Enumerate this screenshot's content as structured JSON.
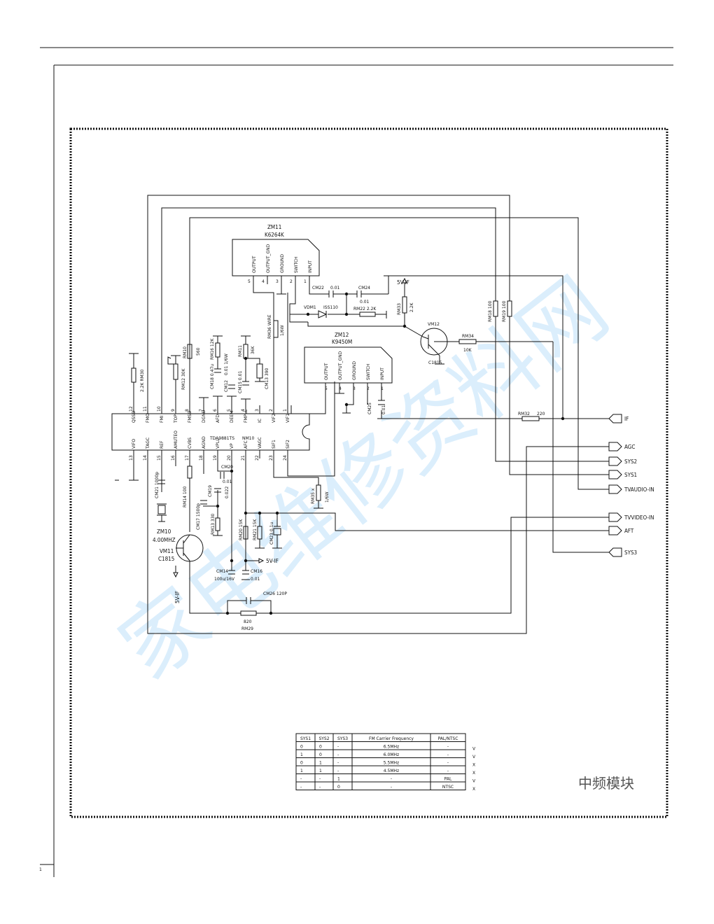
{
  "ic_main": {
    "name": "TDA9881TS",
    "pins_top": [
      {
        "num": "12",
        "name": "QSSO"
      },
      {
        "num": "11",
        "name": "FMO"
      },
      {
        "num": "10",
        "name": "FMI"
      },
      {
        "num": "9",
        "name": "TOP"
      },
      {
        "num": "8",
        "name": "FMSO"
      },
      {
        "num": "7",
        "name": "DGND"
      },
      {
        "num": "6",
        "name": "AFD"
      },
      {
        "num": "5",
        "name": "DEEM"
      },
      {
        "num": "4",
        "name": "FMPLL"
      },
      {
        "num": "3",
        "name": "IC"
      },
      {
        "num": "2",
        "name": "VIF2"
      },
      {
        "num": "1",
        "name": "VIF1"
      }
    ],
    "pins_bottom": [
      {
        "num": "13",
        "name": "VIFO"
      },
      {
        "num": "14",
        "name": "TAGC"
      },
      {
        "num": "15",
        "name": "REF"
      },
      {
        "num": "16",
        "name": "AMUTEO"
      },
      {
        "num": "17",
        "name": "CVBS"
      },
      {
        "num": "18",
        "name": "AGND"
      },
      {
        "num": "19",
        "name": "VPLL"
      },
      {
        "num": "20",
        "name": "VP"
      },
      {
        "num": "21",
        "name": "AFC"
      },
      {
        "num": "22",
        "name": "VAGC"
      },
      {
        "num": "23",
        "name": "SIF1"
      },
      {
        "num": "24",
        "name": "SIF2"
      }
    ],
    "nm10": "NM10"
  },
  "ic_zm11": {
    "ref": "ZM11",
    "part": "K6264K",
    "pins": [
      {
        "num": "5",
        "name": "OUTPUT"
      },
      {
        "num": "4",
        "name": "OUTPUT_GND"
      },
      {
        "num": "3",
        "name": "GROUND"
      },
      {
        "num": "2",
        "name": "SWITCH"
      },
      {
        "num": "1",
        "name": "INPUT"
      }
    ]
  },
  "ic_zm12": {
    "ref": "ZM12",
    "part": "K9450M",
    "pins": [
      {
        "num": "5",
        "name": "OUTPUT"
      },
      {
        "num": "4",
        "name": "OUTPUT_GND"
      },
      {
        "num": "3",
        "name": "GROUND"
      },
      {
        "num": "2",
        "name": "SWITCH"
      },
      {
        "num": "1",
        "name": "INPUT"
      }
    ]
  },
  "components": {
    "cm22": "CM22",
    "cm22_val": "0.01",
    "cm24": "CM24",
    "cm24_val": "0.01",
    "vdm1": "VDM1",
    "vdm1_val": "ISS110",
    "rm22": "RM22 2.2K",
    "rm33": "RM33",
    "rm33_val": "2.2K",
    "vcc_5vif": "5V-IF",
    "rm36": "RM36 WIRE",
    "rm36_val": "1/6W",
    "vm12": "VM12",
    "vm12_val": "C1815",
    "rm34": "RM34",
    "rm34_val": "10K",
    "rm18": "RM18 100",
    "rm19": "RM19 100",
    "rm30": "2.2K RM30",
    "rm12": "RM12 30K",
    "rm10": "RM10",
    "rm10_val": "560",
    "cm18": "CM18 0.47u",
    "rm16": "RM16 12K",
    "cm12": "CM12",
    "cm12_val": "0.01 1/6W",
    "rm11": "RM11",
    "rm11_val": "36K",
    "cm15": "CM15 0.01",
    "cm13": "CM13 390",
    "cm25": "CM25",
    "cm25_val": "0.01",
    "rm32": "RM32",
    "rm32_val": "220",
    "cm21": "CM21 1000p",
    "rm14": "RM14 100",
    "cm20": "CM20",
    "cm20_val": "0.01",
    "cm19": "CM19",
    "cm19_val": "0.022",
    "rm35": "RM35 x",
    "rm35_val": "1/6W",
    "cm17": "CM17 1500p",
    "rm13": "RM13 330",
    "zm10": "ZM10",
    "zm10_val": "4.00MHZ",
    "vm11": "VM11",
    "vm11_val": "C1815",
    "rm20": "RM20 15K",
    "rm21": "RM21 15K",
    "cm23": "CM23 0.1u",
    "vcc_5vif_b": "5V-IF",
    "vcc_5vif_c": "5V-IF",
    "cm14": "CM14",
    "cm14_val": "100u/16V",
    "cm16": "CM16",
    "cm16_val": "0.01",
    "cm26": "CM26 120P",
    "rm29_val": "820",
    "rm29": "RM29"
  },
  "ports": [
    "IF",
    "AGC",
    "SYS2",
    "SYS1",
    "TVAUDIO-IN",
    "TVVIDEO-IN",
    "AFT",
    "SYS3"
  ],
  "truth_table": {
    "headers": [
      "SYS1",
      "SYS2",
      "SYS3",
      "FM Carrier Frequency",
      "PAL/NTSC"
    ],
    "rows": [
      [
        "0",
        "0",
        "-",
        "6.5MHz",
        "-",
        "V"
      ],
      [
        "1",
        "0",
        "-",
        "6.0MHz",
        "-",
        "V"
      ],
      [
        "0",
        "1",
        "-",
        "5.5MHz",
        "-",
        "X"
      ],
      [
        "1",
        "1",
        "-",
        "4.5MHz",
        "-",
        "X"
      ],
      [
        "-",
        "-",
        "1",
        "-",
        "PAL",
        "V"
      ],
      [
        "-",
        "-",
        "0",
        "-",
        "NTSC",
        "X"
      ]
    ]
  },
  "module_title": "中频模块",
  "watermark": "家电维修资料网",
  "margin_mark": "1"
}
